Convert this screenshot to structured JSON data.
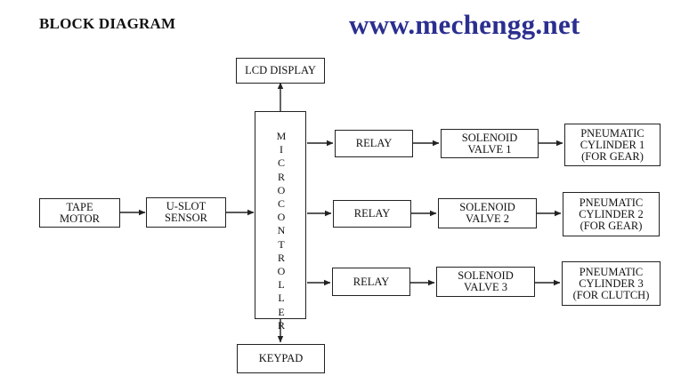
{
  "header": {
    "title": "BLOCK DIAGRAM",
    "website": "www.mechengg.net"
  },
  "blocks": {
    "lcd_display": "LCD DISPLAY",
    "tape_motor": "TAPE\nMOTOR",
    "u_slot_sensor": "U-SLOT\nSENSOR",
    "microcontroller_letters": [
      "M",
      "I",
      "C",
      "R",
      "O",
      "C",
      "O",
      "N",
      "T",
      "R",
      "O",
      "L",
      "L",
      "E",
      "R"
    ],
    "keypad": "KEYPAD",
    "relay_1": "RELAY",
    "relay_2": "RELAY",
    "relay_3": "RELAY",
    "solenoid_valve_1": "SOLENOID\nVALVE 1",
    "solenoid_valve_2": "SOLENOID\nVALVE 2",
    "solenoid_valve_3": "SOLENOID\nVALVE 3",
    "pneumatic_cylinder_1": "PNEUMATIC\nCYLINDER 1\n(FOR GEAR)",
    "pneumatic_cylinder_2": "PNEUMATIC\nCYLINDER 2\n(FOR GEAR)",
    "pneumatic_cylinder_3": "PNEUMATIC\nCYLINDER 3\n(FOR CLUTCH)"
  },
  "colors": {
    "website": "#2b2f8f",
    "lines": "#222222"
  }
}
